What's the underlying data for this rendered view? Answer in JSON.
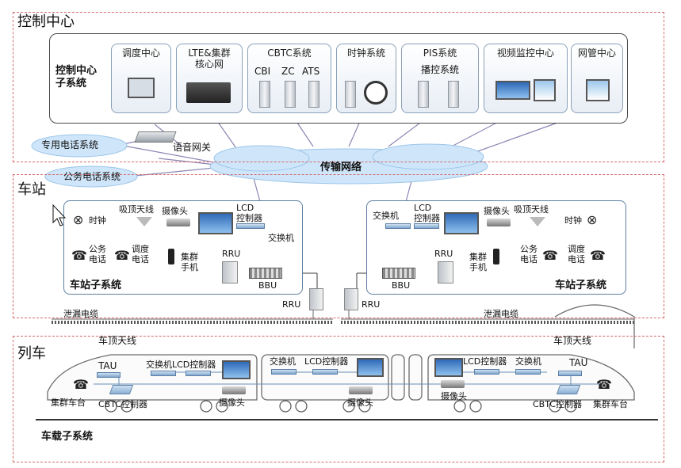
{
  "zones": {
    "control": "控制中心",
    "station": "车站",
    "train": "列车"
  },
  "control_center": {
    "subsystem_label": "控制中心\n子系统",
    "boxes": [
      {
        "label": "调度中心"
      },
      {
        "label": "LTE&集群\n核心网"
      },
      {
        "label": "CBTC系统",
        "sub": [
          "CBI",
          "ZC",
          "ATS"
        ]
      },
      {
        "label": "时钟系统"
      },
      {
        "label": "PIS系统",
        "sub2": "播控系统"
      },
      {
        "label": "视频监控中心"
      },
      {
        "label": "网管中心"
      }
    ]
  },
  "network": {
    "private_phone": "专用电话系统",
    "public_phone": "公务电话系统",
    "voice_gateway": "语音网关",
    "transport": "传输网络"
  },
  "station_left": {
    "clock": "时钟",
    "ceiling_antenna": "吸顶天线",
    "camera": "摄像头",
    "lcd": "LCD\n控制器",
    "switch": "交换机",
    "public_phone": "公务\n电话",
    "dispatch_phone": "调度\n电话",
    "trunk_handset": "集群\n手机",
    "rru": "RRU",
    "bbu": "BBU",
    "subsystem": "车站子系统"
  },
  "station_right": {
    "switch": "交换机",
    "lcd": "LCD\n控制器",
    "camera": "摄像头",
    "ceiling_antenna": "吸顶天线",
    "clock": "时钟",
    "rru": "RRU",
    "bbu": "BBU",
    "trunk_handset": "集群\n手机",
    "public_phone": "公务\n电话",
    "dispatch_phone": "调度\n电话",
    "subsystem": "车站子系统"
  },
  "trackside": {
    "rru_left": "RRU",
    "rru_right": "RRU",
    "leaky_left": "泄漏电缆",
    "leaky_right": "泄漏电缆"
  },
  "train": {
    "roof_antenna_left": "车顶天线",
    "roof_antenna_right": "车顶天线",
    "tau_left": "TAU",
    "tau_right": "TAU",
    "switch_lcd_left": "交换机LCD控制器",
    "trunk_left": "集群车台",
    "cbtc_left": "CBTC控制器",
    "camera_left": "摄像头",
    "mid_switch": "交换机",
    "mid_lcd": "LCD控制器",
    "mid_camera": "摄像头",
    "right_lcd": "LCD控制器",
    "right_switch": "交换机",
    "right_camera": "摄像头",
    "cbtc_right": "CBTC控制器",
    "trunk_right": "集群车台",
    "subsystem": "车载子系统"
  }
}
